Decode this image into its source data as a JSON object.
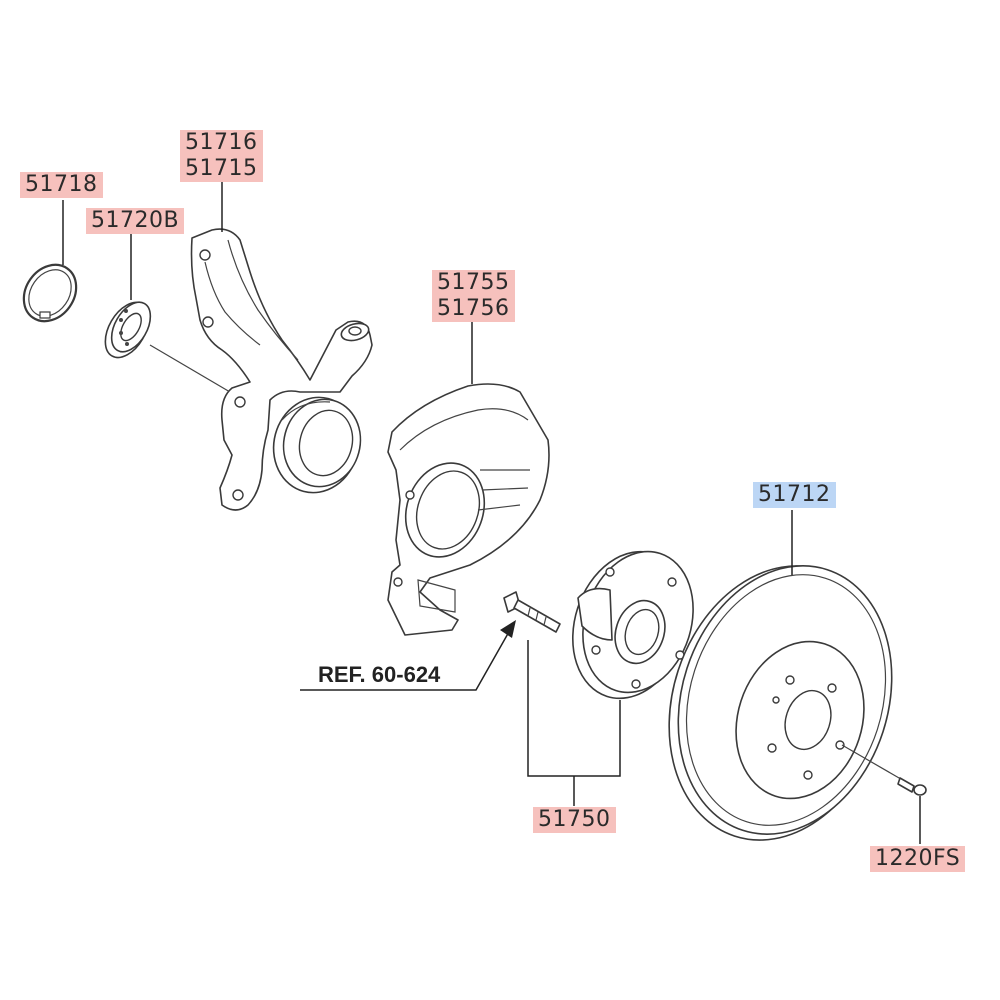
{
  "labels": {
    "snap_ring": "51718",
    "bearing": "51720B",
    "knuckle_a": "51716",
    "knuckle_b": "51715",
    "dust_cover_a": "51755",
    "dust_cover_b": "51756",
    "disc": "51712",
    "hub": "51750",
    "screw": "1220FS",
    "reference": "REF. 60-624"
  },
  "colors": {
    "part_highlight": "#f6c1bd",
    "selected_highlight": "#bcd6f5",
    "line": "#3a3a3a"
  }
}
